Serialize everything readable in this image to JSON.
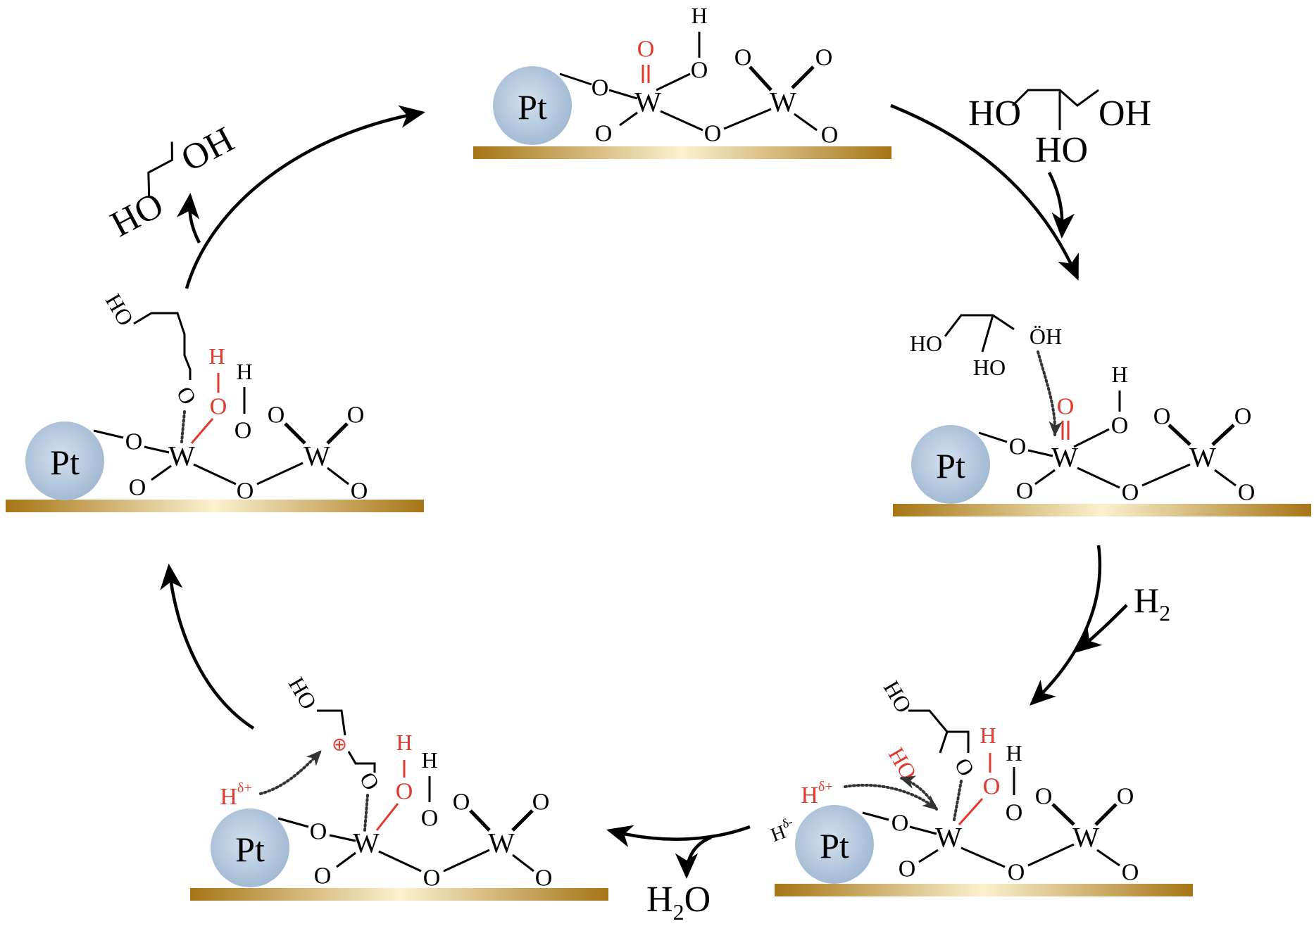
{
  "labels": {
    "pt": "Pt",
    "glycerol_ho1": "HO",
    "glycerol_oh": "OH",
    "glycerol_ho2": "HO",
    "h2": "H",
    "h2_sub": "2",
    "water_h": "H",
    "water_sub": "2",
    "water_o": "O",
    "product_ho": "HO",
    "product_oh": "OH"
  },
  "atoms": {
    "W": "W",
    "O": "O",
    "H": "H",
    "HO": "HO",
    "OH": "OH",
    "OH_lone": "ÖH",
    "H_minus": "H",
    "H_minus_sup": "δ-",
    "H_plus": "H",
    "H_plus_sup": "δ+",
    "carbocation": "⊕"
  },
  "colors": {
    "support_dark": "#b07f1e",
    "support_light": "#f7e8b8",
    "pt_fill": "#b9cde3",
    "highlight_red": "#e03a2f"
  }
}
